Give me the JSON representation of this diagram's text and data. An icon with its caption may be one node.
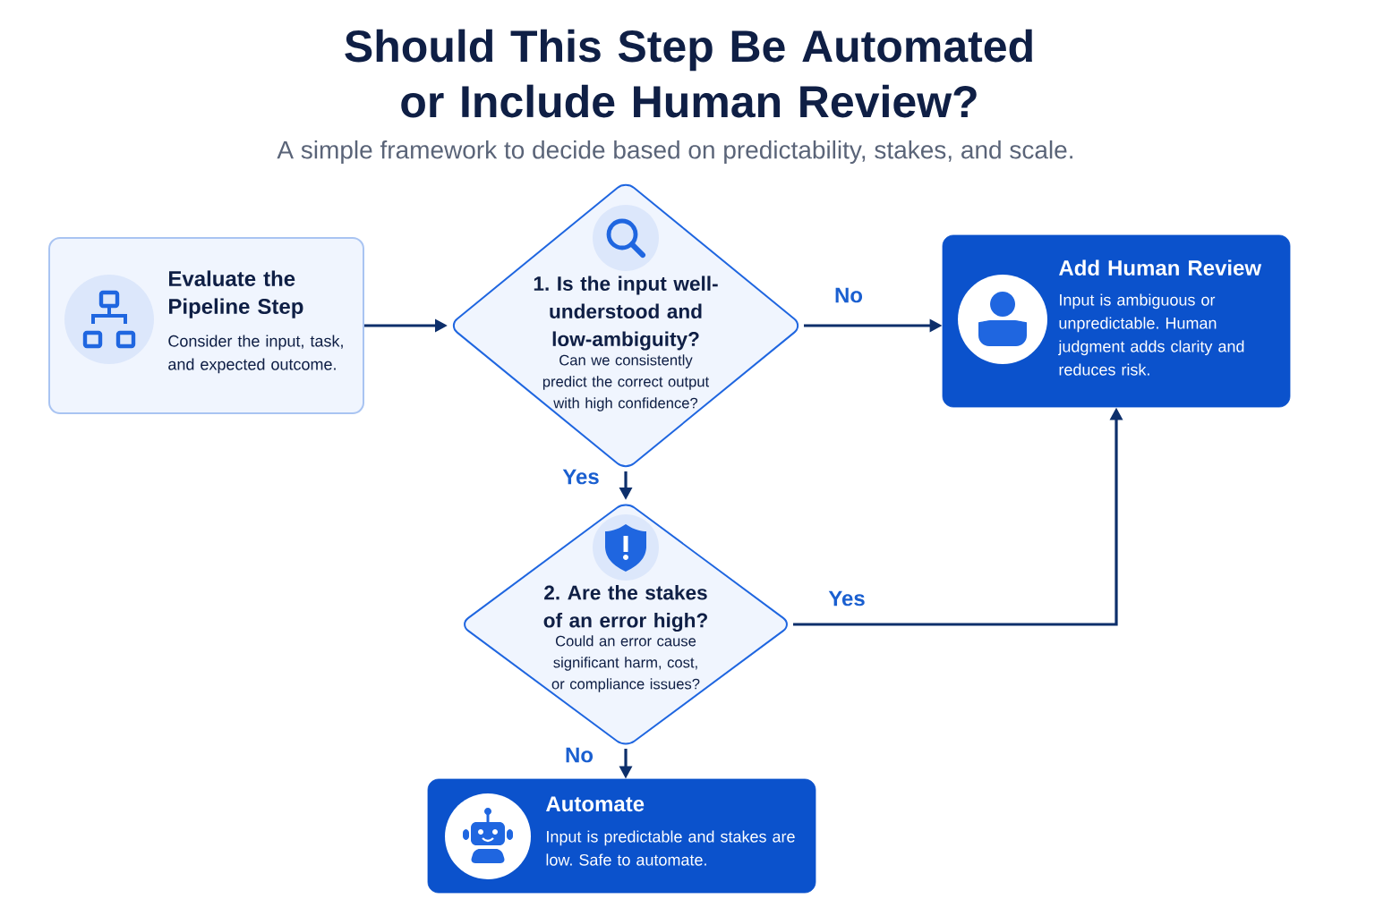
{
  "diagram": {
    "title": "Should This Step Be Automated or Include Human Review?",
    "caption": "A simple framework to decide based on predictability, stakes, and scale.",
    "nodes": [
      {
        "text": [
          "Evaluate the Pipeline Step",
          "Consider the input, task, and expected outcome."
        ]
      },
      {
        "text": [
          "1. Is the input well-understood and low-ambiguity?",
          "Can we consistently predict the correct output with high confidence?"
        ]
      },
      {
        "text": [
          "Add Human Review",
          "Input is ambiguous or unpredictable. Human judgment adds clarity and reduces risk."
        ]
      },
      {
        "text": [
          "2. Are the stakes of an error high?",
          "Could an error cause significant harm, cost, or compliance issues?"
        ]
      },
      {
        "text": [
          "Automate",
          "Input is predictable and stakes are low. Safe to automate."
        ]
      }
    ],
    "edges": [
      {
        "from": 0,
        "to": 1,
        "arrow": "to"
      },
      {
        "from": 1,
        "to": 2,
        "arrow": "to",
        "label": "No"
      },
      {
        "from": 1,
        "to": 3,
        "arrow": "to",
        "label": "Yes"
      },
      {
        "from": 3,
        "to": 2,
        "arrow": "to",
        "label": "Yes"
      },
      {
        "from": 3,
        "to": 4,
        "arrow": "to",
        "label": "No"
      }
    ]
  }
}
